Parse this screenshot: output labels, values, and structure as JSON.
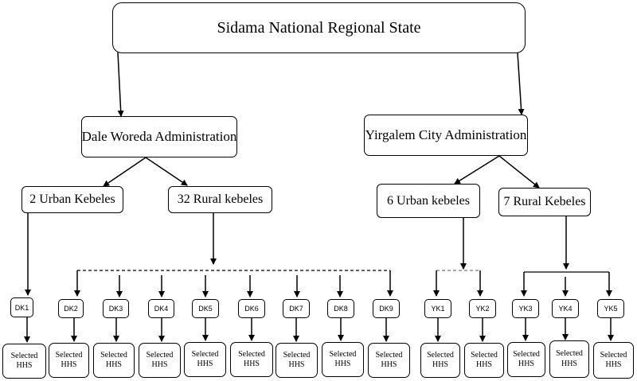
{
  "root": {
    "label": "Sidama National Regional State"
  },
  "admins": [
    {
      "label": "Dale Woreda Administration"
    },
    {
      "label": "Yirgalem City Administration"
    }
  ],
  "kebeles": [
    {
      "label": "2 Urban Kebeles"
    },
    {
      "label": "32 Rural kebeles"
    },
    {
      "label": "6 Urban kebeles"
    },
    {
      "label": "7 Rural Kebeles"
    }
  ],
  "units": [
    {
      "label": "DK1"
    },
    {
      "label": "DK2"
    },
    {
      "label": "DK3"
    },
    {
      "label": "DK4"
    },
    {
      "label": "DK5"
    },
    {
      "label": "DK6"
    },
    {
      "label": "DK7"
    },
    {
      "label": "DK8"
    },
    {
      "label": "DK9"
    },
    {
      "label": "YK1"
    },
    {
      "label": "YK2"
    },
    {
      "label": "YK3"
    },
    {
      "label": "YK4"
    },
    {
      "label": "YK5"
    }
  ],
  "selected_label_line1": "Selected",
  "selected_label_line2": "HHS"
}
